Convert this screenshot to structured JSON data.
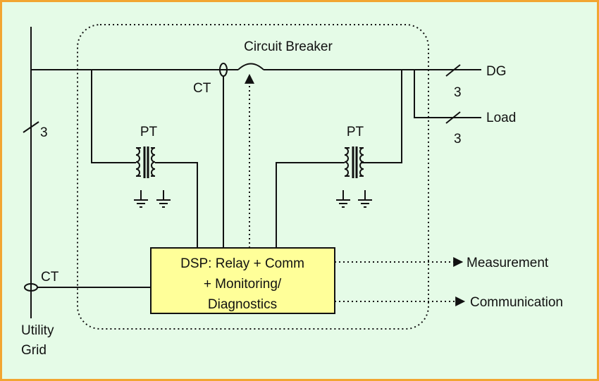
{
  "colors": {
    "border": "#f2a531",
    "background": "#e5fbe7",
    "line": "#111111",
    "dsp_fill": "#ffff99"
  },
  "labels": {
    "circuit_breaker": "Circuit Breaker",
    "ct_top": "CT",
    "ct_bottom": "CT",
    "pt_left": "PT",
    "pt_right": "PT",
    "dg": "DG",
    "load": "Load",
    "phase_dg": "3",
    "phase_load": "3",
    "phase_grid": "3",
    "utility_line1": "Utility",
    "utility_line2": "Grid",
    "measurement": "Measurement",
    "communication": "Communication"
  },
  "dsp": {
    "line1": "DSP: Relay + Comm",
    "line2": "+ Monitoring/",
    "line3": "Diagnostics"
  }
}
